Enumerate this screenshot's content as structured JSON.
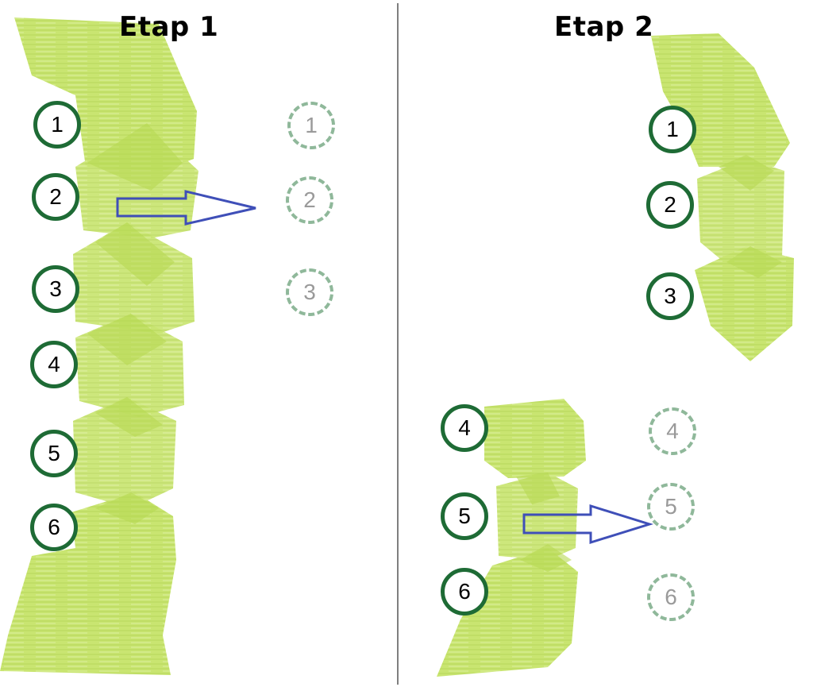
{
  "titles": {
    "stage1": "Etap 1",
    "stage2": "Etap 2"
  },
  "colors": {
    "blob_fill": "#c6e36a",
    "blob_dark": "#b5d54c",
    "circle_border": "#1e6b35",
    "ghost_border": "#8fb89a",
    "arrow": "#3f4fb8",
    "divider": "#555555"
  },
  "stage1": {
    "circles": [
      "1",
      "2",
      "3",
      "4",
      "5",
      "6"
    ],
    "ghosts": [
      "1",
      "2",
      "3"
    ]
  },
  "stage2": {
    "top_circles": [
      "1",
      "2",
      "3"
    ],
    "bottom_circles": [
      "4",
      "5",
      "6"
    ],
    "ghosts": [
      "4",
      "5",
      "6"
    ]
  }
}
